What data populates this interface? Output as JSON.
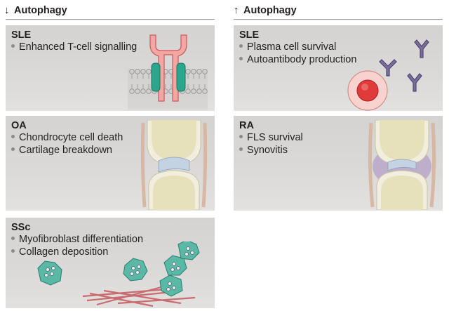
{
  "columns": {
    "left": {
      "arrow": "↓",
      "title": "Autophagy"
    },
    "right": {
      "arrow": "↑",
      "title": "Autophagy"
    }
  },
  "panels": {
    "sle_down": {
      "title": "SLE",
      "bullets": [
        "Enhanced T-cell signalling"
      ]
    },
    "oa": {
      "title": "OA",
      "bullets": [
        "Chondrocyte cell death",
        "Cartilage breakdown"
      ]
    },
    "ssc": {
      "title": "SSc",
      "bullets": [
        "Myofibroblast differentiation",
        "Collagen deposition"
      ]
    },
    "sle_up": {
      "title": "SLE",
      "bullets": [
        "Plasma cell survival",
        "Autoantibody production"
      ]
    },
    "ra": {
      "title": "RA",
      "bullets": [
        "FLS survival",
        "Synovitis"
      ]
    }
  },
  "colors": {
    "panel_bg": "#d7d6d4",
    "receptor": "#f3a7a3",
    "receptor_outline": "#c9575a",
    "channel": "#2ba58c",
    "membrane_head": "#cfcfcf",
    "bone": "#eae6c4",
    "cartilage": "#bfd0e0",
    "synovium_inflamed": "#b9a6c9",
    "plasma_cell": "#e03a3a",
    "antibody": "#7b6e9d",
    "fibroblast": "#5ab8a6",
    "collagen": "#c96b6f"
  },
  "icons": [
    "tcell-receptor-icon",
    "plasma-cell-icon",
    "antibody-icon",
    "healthy-joint-icon",
    "inflamed-joint-icon",
    "fibroblast-icon",
    "collagen-fibres-icon"
  ]
}
